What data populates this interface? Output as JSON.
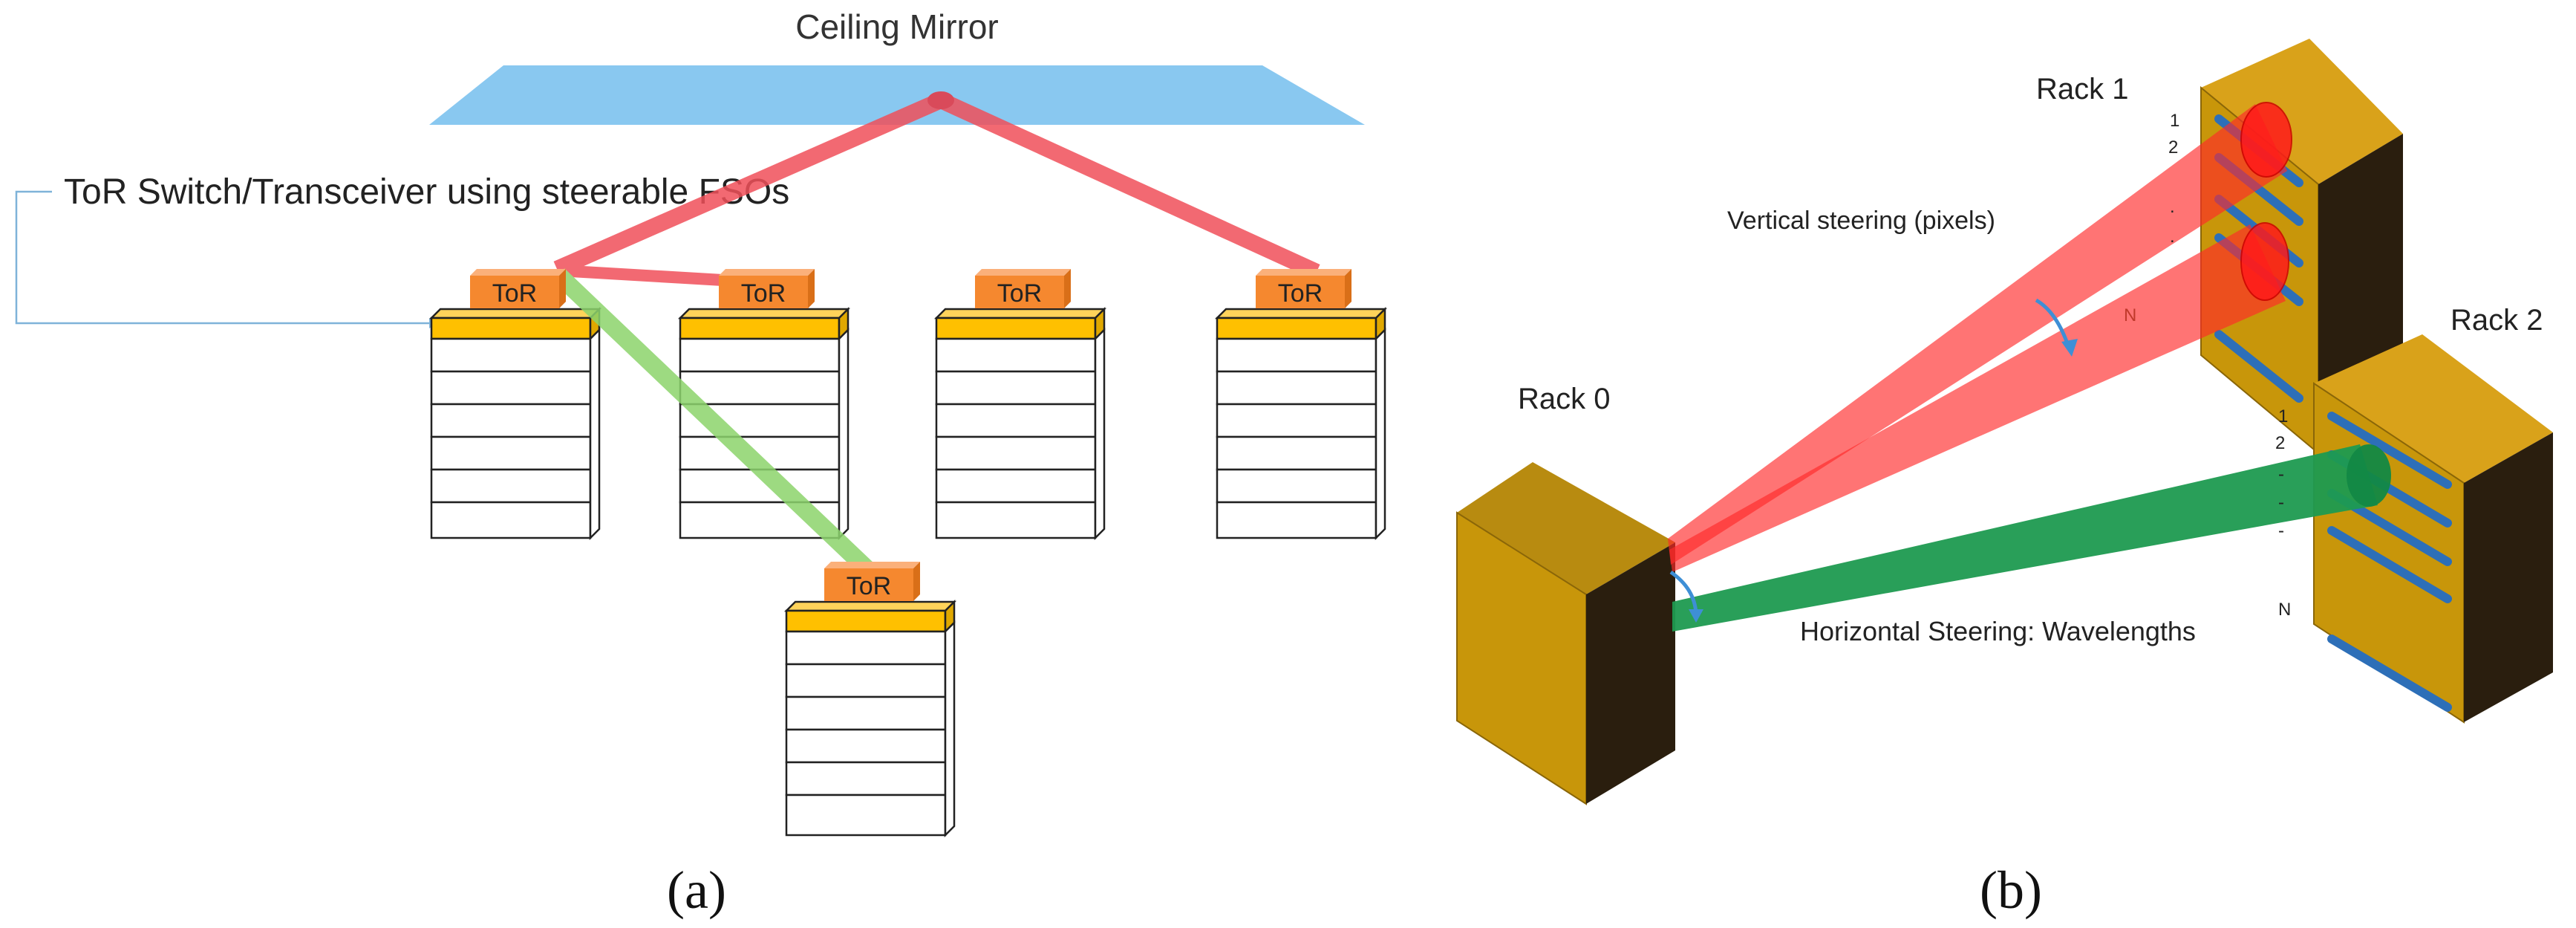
{
  "panel_a": {
    "title": "Ceiling Mirror",
    "callout": "ToR Switch/Transceiver using steerable FSOs",
    "tor_label": "ToR",
    "caption": "(a)"
  },
  "panel_b": {
    "rack0": "Rack 0",
    "rack1": "Rack 1",
    "rack2": "Rack 2",
    "vertical": "Vertical steering (pixels)",
    "horizontal": "Horizontal Steering: Wavelengths",
    "r1_slot1": "1",
    "r1_slot2": "2",
    "r1_dot1": ".",
    "r1_dot2": ".",
    "r1_slotN": "N",
    "r2_slot1": "1",
    "r2_slot2": "2",
    "r2_dot1": "-",
    "r2_dot2": "-",
    "r2_dot3": "-",
    "r2_slotN": "N",
    "caption": "(b)"
  },
  "colors": {
    "mirror": "#89C8F0",
    "red_beam": "#F0505A",
    "green_beam": "#8CD46C",
    "tor_box": "#F5882F",
    "rack_top": "#FFC000",
    "rack_face": "#C8960A",
    "rack_dark": "#2A1E0E",
    "beam_b_red": "#FF1A1A",
    "beam_b_green": "#1E9A50"
  }
}
